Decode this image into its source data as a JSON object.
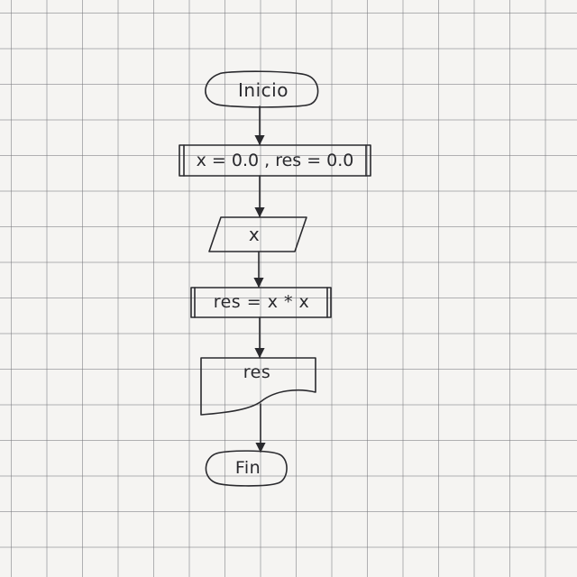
{
  "diagram": {
    "start": "Inicio",
    "init": "x = 0.0 , res = 0.0",
    "input": "x",
    "process": "res = x * x",
    "output": "res",
    "end": "Fin"
  },
  "colors": {
    "ink": "#2a2a2e",
    "paper": "#f5f4f2",
    "grid": "#78787d"
  }
}
